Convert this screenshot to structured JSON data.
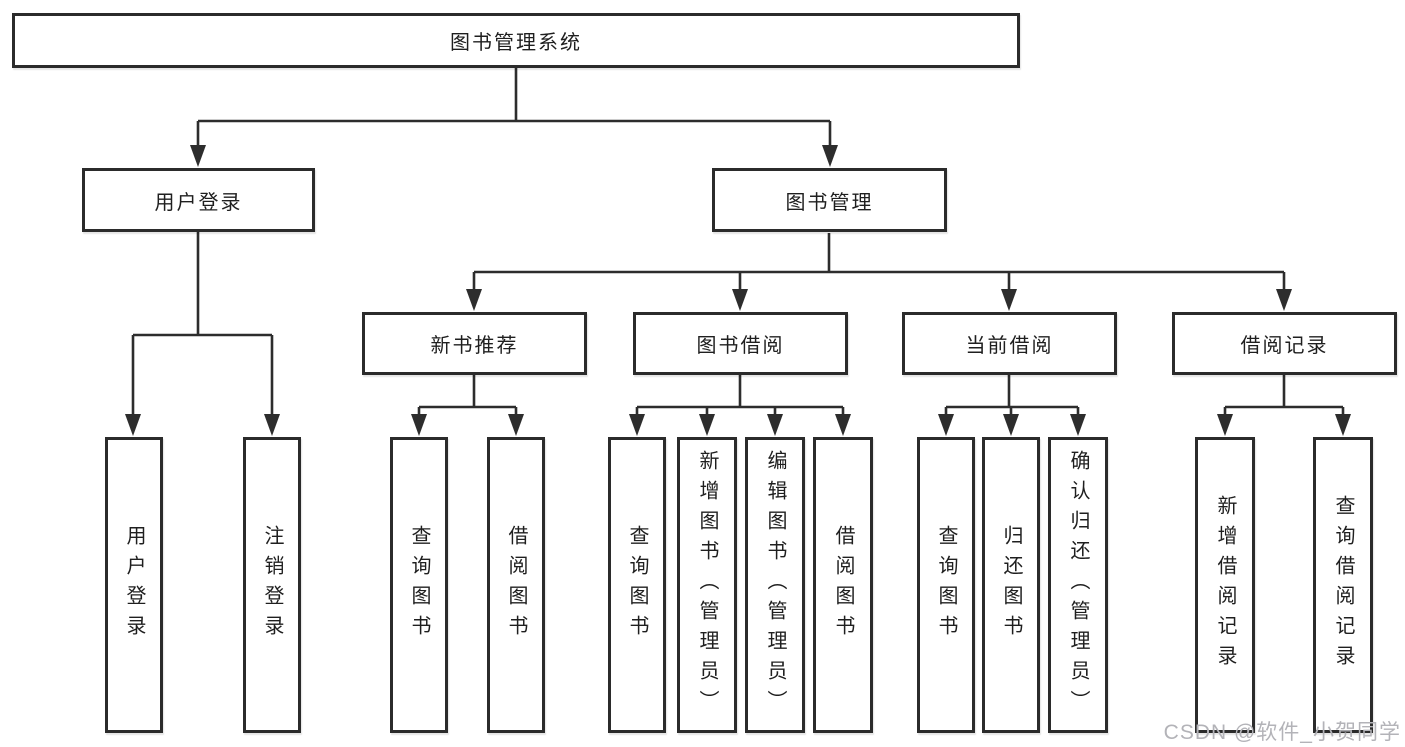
{
  "diagram": {
    "root": {
      "label": "图书管理系统"
    },
    "branches": [
      {
        "label": "用户登录",
        "children": [
          {
            "label": "用户登录"
          },
          {
            "label": "注销登录"
          }
        ]
      },
      {
        "label": "图书管理",
        "children": [
          {
            "label": "新书推荐",
            "children": [
              {
                "label": "查询图书"
              },
              {
                "label": "借阅图书"
              }
            ]
          },
          {
            "label": "图书借阅",
            "children": [
              {
                "label": "查询图书"
              },
              {
                "label": "新增图书（管理员）"
              },
              {
                "label": "编辑图书（管理员）"
              },
              {
                "label": "借阅图书"
              }
            ]
          },
          {
            "label": "当前借阅",
            "children": [
              {
                "label": "查询图书"
              },
              {
                "label": "归还图书"
              },
              {
                "label": "确认归还（管理员）"
              }
            ]
          },
          {
            "label": "借阅记录",
            "children": [
              {
                "label": "新增借阅记录"
              },
              {
                "label": "查询借阅记录"
              }
            ]
          }
        ]
      }
    ]
  },
  "watermark": {
    "text": "CSDN @软件_小贺同学"
  },
  "colors": {
    "line": "#2d2d2d",
    "border": "#2b2b2b",
    "text": "#1f1f1f",
    "box_background": "#ffffff",
    "page_background": "#ffffff",
    "watermark": "#b3b3b8"
  }
}
